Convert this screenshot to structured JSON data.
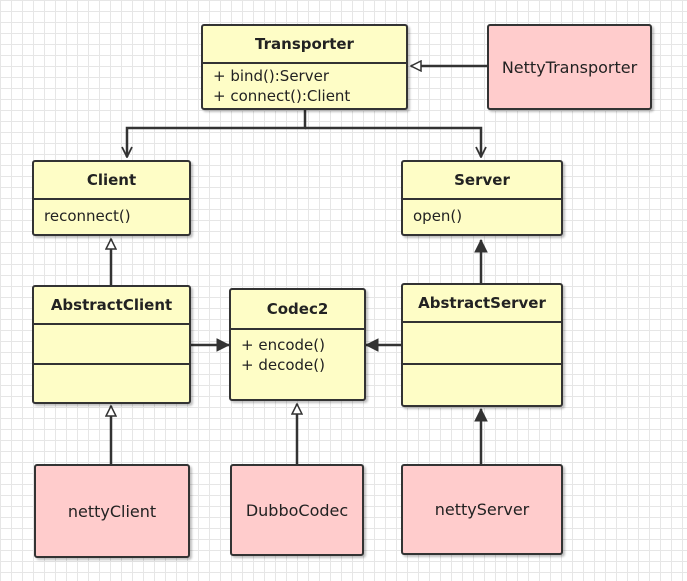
{
  "diagram": {
    "classes": {
      "transporter": {
        "name": "Transporter",
        "members": [
          "+ bind():Server",
          "+ connect():Client"
        ]
      },
      "client": {
        "name": "Client",
        "members": [
          "reconnect()"
        ]
      },
      "server": {
        "name": "Server",
        "members": [
          "open()"
        ]
      },
      "abstract_client": {
        "name": "AbstractClient",
        "members": []
      },
      "codec2": {
        "name": "Codec2",
        "members": [
          "+ encode()",
          "+ decode()"
        ]
      },
      "abstract_server": {
        "name": "AbstractServer",
        "members": []
      }
    },
    "implementations": {
      "netty_transporter": "NettyTransporter",
      "netty_client": "nettyClient",
      "dubbo_codec": "DubboCodec",
      "netty_server": "nettyServer"
    },
    "relations": [
      {
        "from": "NettyTransporter",
        "to": "Transporter",
        "kind": "realization"
      },
      {
        "from": "Transporter",
        "to": "Client",
        "kind": "dependency"
      },
      {
        "from": "Transporter",
        "to": "Server",
        "kind": "dependency"
      },
      {
        "from": "AbstractClient",
        "to": "Client",
        "kind": "realization"
      },
      {
        "from": "AbstractServer",
        "to": "Server",
        "kind": "association"
      },
      {
        "from": "AbstractClient",
        "to": "Codec2",
        "kind": "association"
      },
      {
        "from": "AbstractServer",
        "to": "Codec2",
        "kind": "association"
      },
      {
        "from": "nettyClient",
        "to": "AbstractClient",
        "kind": "realization"
      },
      {
        "from": "DubboCodec",
        "to": "Codec2",
        "kind": "realization"
      },
      {
        "from": "nettyServer",
        "to": "AbstractServer",
        "kind": "association"
      }
    ],
    "colors": {
      "class_fill": "#fefdc6",
      "impl_fill": "#ffcccc",
      "stroke": "#333333",
      "grid": "#e6e6e6"
    }
  }
}
